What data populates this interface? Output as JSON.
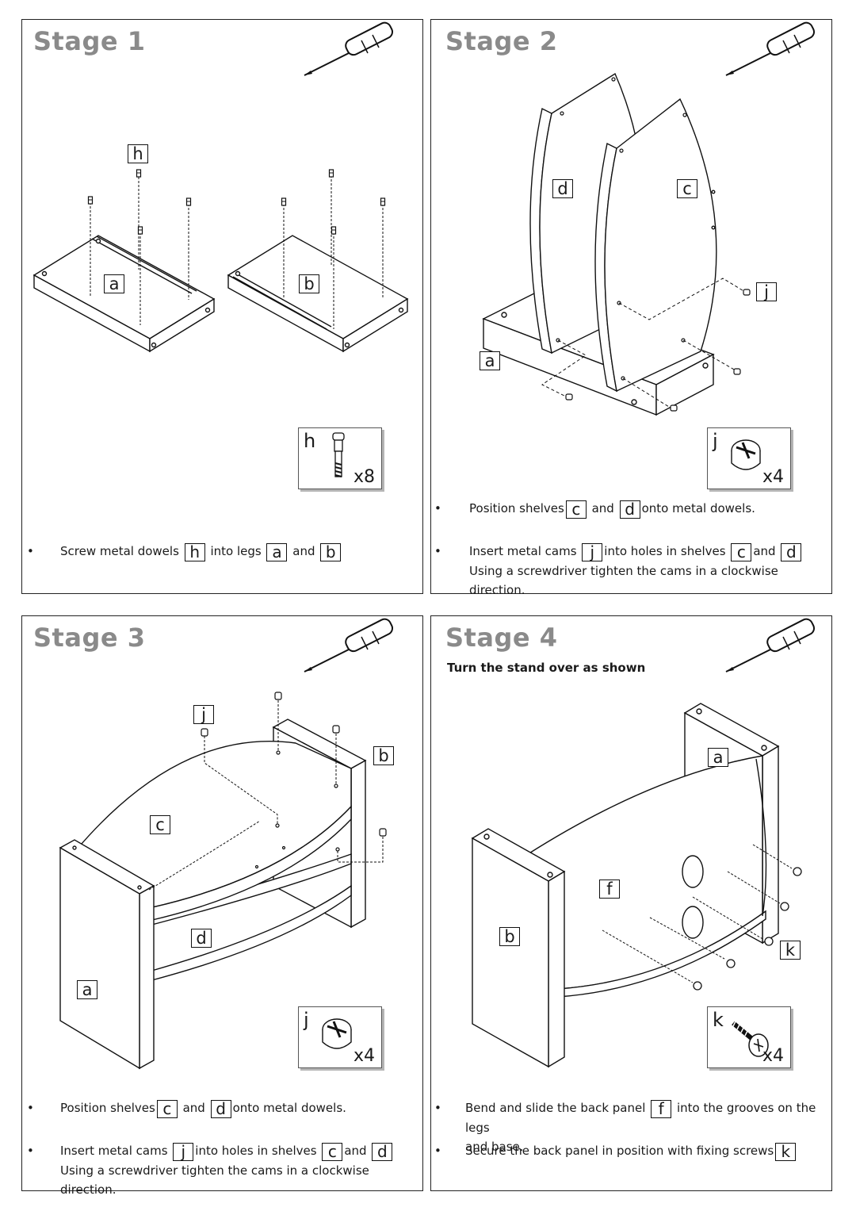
{
  "stage1": {
    "title": "Stage 1",
    "labels": {
      "a": "a",
      "b": "b",
      "h": "h"
    },
    "hardware": {
      "letter": "h",
      "qty": "x8",
      "icon": "metal-dowel-icon"
    },
    "instructions": [
      {
        "p1": "Screw metal dowels",
        "k1": "h",
        "p2": "into legs",
        "k2": "a",
        "p3": "and",
        "k3": "b"
      }
    ]
  },
  "stage2": {
    "title": "Stage 2",
    "labels": {
      "a": "a",
      "c": "c",
      "d": "d",
      "j": "j"
    },
    "hardware": {
      "letter": "j",
      "qty": "x4",
      "icon": "metal-cam-icon"
    },
    "instructions": [
      {
        "p1": "Position shelves",
        "k1": "c",
        "p2": "and",
        "k2": "d",
        "p3": "onto metal dowels."
      },
      {
        "p1": "Insert metal cams",
        "k1": "j",
        "p2": "into holes in shelves",
        "k2": "c",
        "p3": "and",
        "k3": "d",
        "line2": "Using a screwdriver tighten the cams in a clockwise direction."
      }
    ]
  },
  "stage3": {
    "title": "Stage 3",
    "labels": {
      "a": "a",
      "b": "b",
      "c": "c",
      "d": "d",
      "j": "j"
    },
    "hardware": {
      "letter": "j",
      "qty": "x4",
      "icon": "metal-cam-icon"
    },
    "instructions": [
      {
        "p1": "Position shelves",
        "k1": "c",
        "p2": "and",
        "k2": "d",
        "p3": "onto metal dowels."
      },
      {
        "p1": "Insert metal cams",
        "k1": "j",
        "p2": "into holes in shelves",
        "k2": "c",
        "p3": "and",
        "k3": "d",
        "line2": "Using a screwdriver tighten the cams in a clockwise direction."
      }
    ]
  },
  "stage4": {
    "title": "Stage 4",
    "subtitle": "Turn the stand over as shown",
    "labels": {
      "a": "a",
      "b": "b",
      "f": "f",
      "k": "k"
    },
    "hardware": {
      "letter": "k",
      "qty": "x4",
      "icon": "fixing-screw-icon"
    },
    "instructions": [
      {
        "p1": "Bend and slide the back panel",
        "k1": "f",
        "p2": "into the grooves on the legs",
        "line2": "and base."
      },
      {
        "p1": "Secure the back panel in position with fixing screws",
        "k1": "k"
      }
    ]
  },
  "tool_icon": "screwdriver-icon"
}
